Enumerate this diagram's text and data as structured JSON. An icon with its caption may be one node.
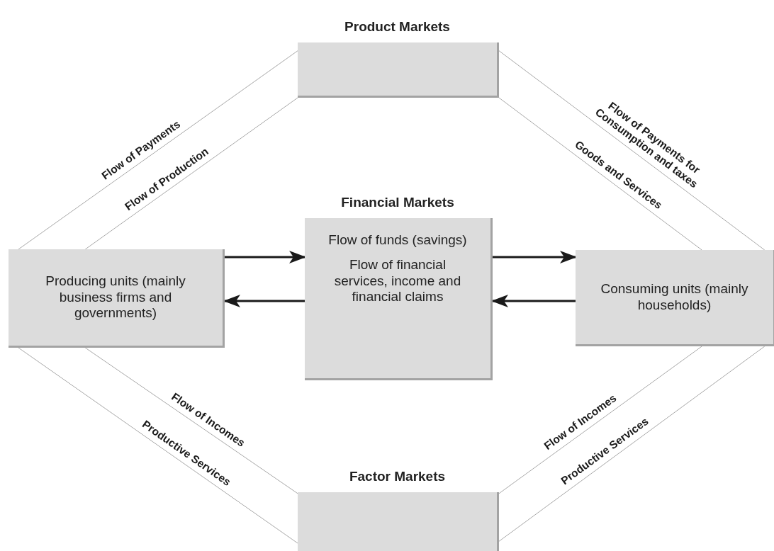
{
  "diagram": {
    "nodes": [
      {
        "text": [
          "Product Markets"
        ]
      },
      {
        "text": [
          "Producing units (mainly business firms and governments)"
        ]
      },
      {
        "text": [
          "Financial Markets",
          "Flow of funds (savings)",
          "Flow of financial services, income and financial claims"
        ]
      },
      {
        "text": [
          "Consuming units (mainly households)"
        ]
      },
      {
        "text": [
          "Factor Markets"
        ]
      }
    ],
    "edges": [
      {
        "from": 0,
        "to": 1,
        "arrow": "none",
        "label": "Flow of Payments"
      },
      {
        "from": 0,
        "to": 1,
        "arrow": "none",
        "label": "Flow of Production"
      },
      {
        "from": 0,
        "to": 3,
        "arrow": "none",
        "label": "Flow of Payments for Consumption and taxes"
      },
      {
        "from": 0,
        "to": 3,
        "arrow": "none",
        "label": "Goods and Services"
      },
      {
        "from": 1,
        "to": 4,
        "arrow": "none",
        "label": "Flow of Incomes"
      },
      {
        "from": 1,
        "to": 4,
        "arrow": "none",
        "label": "Productive Services"
      },
      {
        "from": 3,
        "to": 4,
        "arrow": "none",
        "label": "Flow of Incomes"
      },
      {
        "from": 3,
        "to": 4,
        "arrow": "none",
        "label": "Productive Services"
      },
      {
        "from": 1,
        "to": 2,
        "arrow": "to",
        "style": "thick",
        "color": "#1a1a1a"
      },
      {
        "from": 2,
        "to": 1,
        "arrow": "to",
        "style": "thick",
        "color": "#1a1a1a"
      },
      {
        "from": 2,
        "to": 3,
        "arrow": "to",
        "style": "thick",
        "color": "#1a1a1a"
      },
      {
        "from": 3,
        "to": 2,
        "arrow": "to",
        "style": "thick",
        "color": "#1a1a1a"
      }
    ]
  }
}
